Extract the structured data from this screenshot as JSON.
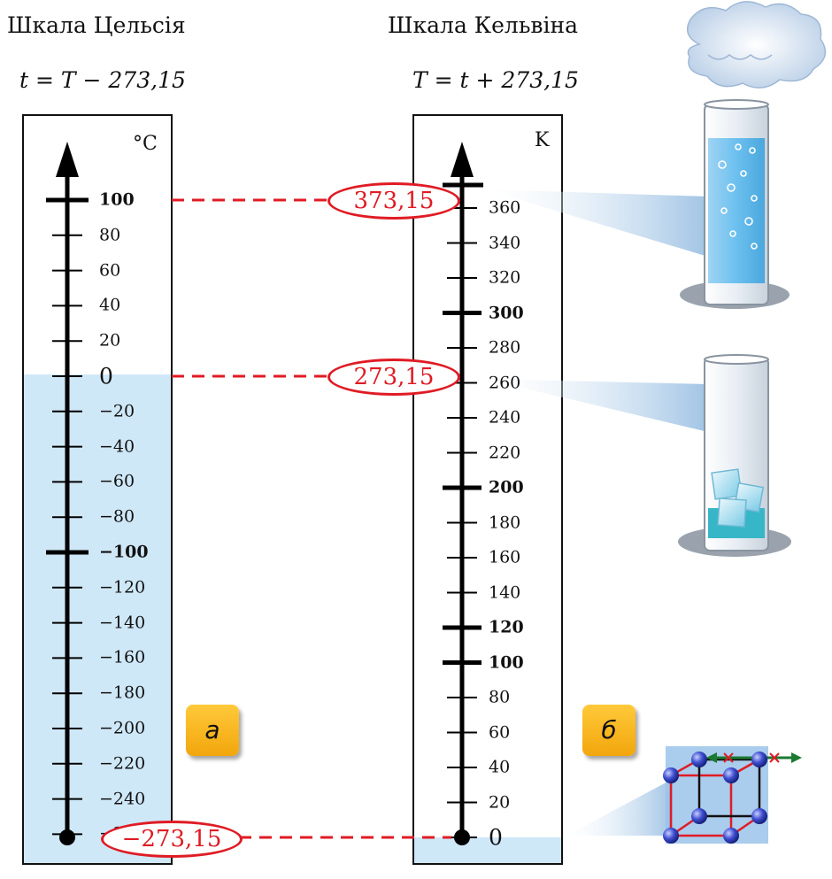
{
  "celsius": {
    "title": "Шкала Цельсія",
    "formula": "t = T − 273,15",
    "unit": "°C",
    "labels": [
      {
        "text": "100",
        "value": 100,
        "major": true
      },
      {
        "text": "80",
        "value": 80
      },
      {
        "text": "60",
        "value": 60
      },
      {
        "text": "40",
        "value": 40
      },
      {
        "text": "20",
        "value": 20
      },
      {
        "text": "0",
        "value": 0,
        "big": true
      },
      {
        "text": "−20",
        "value": -20
      },
      {
        "text": "−40",
        "value": -40
      },
      {
        "text": "−60",
        "value": -60
      },
      {
        "text": "−80",
        "value": -80
      },
      {
        "text": "−100",
        "value": -100,
        "major": true
      },
      {
        "text": "−120",
        "value": -120
      },
      {
        "text": "−140",
        "value": -140
      },
      {
        "text": "−160",
        "value": -160
      },
      {
        "text": "−180",
        "value": -180
      },
      {
        "text": "−200",
        "value": -200
      },
      {
        "text": "−220",
        "value": -220
      },
      {
        "text": "−240",
        "value": -240
      },
      {
        "text": "−260",
        "value": -260
      }
    ],
    "badge": "а"
  },
  "kelvin": {
    "title": "Шкала Кельвіна",
    "formula": "T = t + 273,15",
    "unit": "K",
    "labels": [
      {
        "text": "360",
        "value": 360
      },
      {
        "text": "340",
        "value": 340
      },
      {
        "text": "320",
        "value": 320
      },
      {
        "text": "300",
        "value": 300,
        "major": true
      },
      {
        "text": "280",
        "value": 280
      },
      {
        "text": "260",
        "value": 260
      },
      {
        "text": "240",
        "value": 240
      },
      {
        "text": "220",
        "value": 220
      },
      {
        "text": "200",
        "value": 200,
        "major": true
      },
      {
        "text": "180",
        "value": 180
      },
      {
        "text": "160",
        "value": 160
      },
      {
        "text": "140",
        "value": 140
      },
      {
        "text": "120",
        "value": 120,
        "major": true
      },
      {
        "text": "100",
        "value": 100,
        "major": true
      },
      {
        "text": "80",
        "value": 80
      },
      {
        "text": "60",
        "value": 60
      },
      {
        "text": "40",
        "value": 40
      },
      {
        "text": "20",
        "value": 20
      },
      {
        "text": "0",
        "value": 0,
        "big": true
      }
    ],
    "badge": "б"
  },
  "ovals": {
    "boiling": "373,15",
    "freezing": "273,15",
    "absolute_zero": "−273,15"
  },
  "colors": {
    "red": "#e01b24",
    "cold_fill": "#cfe8f8",
    "badge": "#f6b21c"
  },
  "icons": [
    "boiling-water-glass-icon",
    "ice-water-glass-icon",
    "crystal-lattice-icon"
  ]
}
